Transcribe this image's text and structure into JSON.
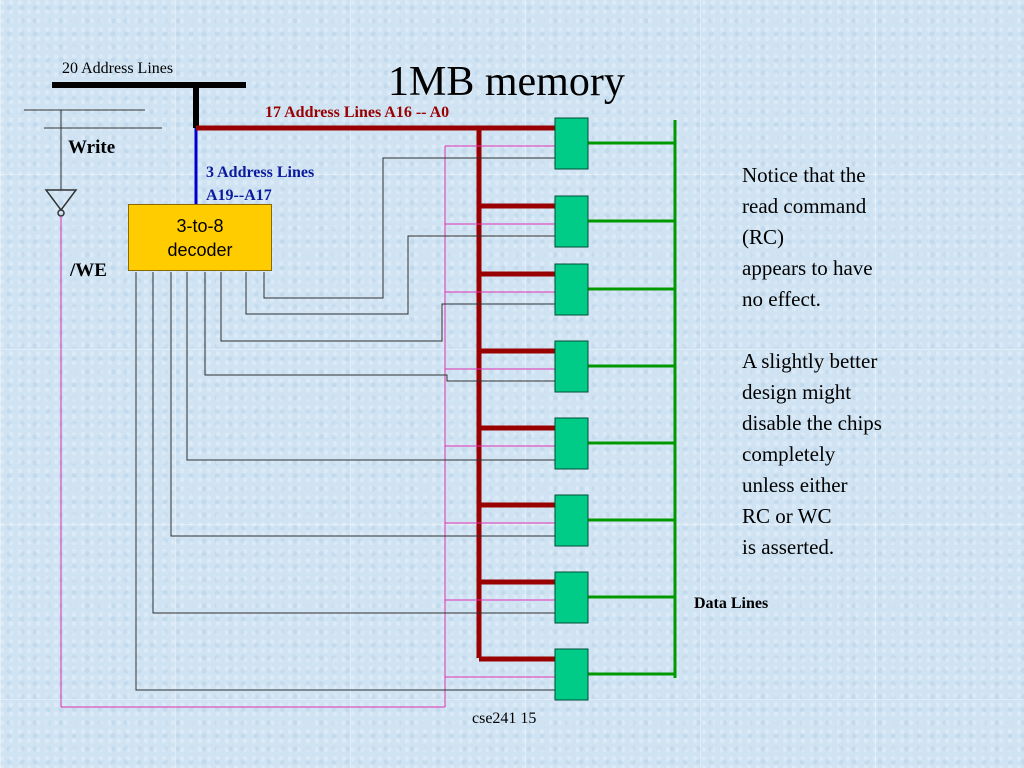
{
  "slide": {
    "title": "1MB memory",
    "footer": "cse241 15"
  },
  "diagram": {
    "labels": {
      "address_bus_20": "20 Address Lines",
      "address_bus_17": "17 Address Lines A16 -- A0",
      "address_bus_3_line1": "3 Address Lines",
      "address_bus_3_line2": "A19--A17",
      "write": "Write",
      "we": "/WE",
      "data_lines": "Data Lines"
    },
    "decoder": {
      "line1": "3-to-8",
      "line2": "decoder"
    },
    "chip_count": 8,
    "colors": {
      "address_bus_20": "#000000",
      "address_bus_17": "#990000",
      "address_bus_3": "#0000cc",
      "data_lines": "#009900",
      "write_enable": "#e030b0",
      "chip_select": "#303030",
      "chip_fill": "#00cc88",
      "decoder_fill": "#ffcc00"
    }
  },
  "notes": [
    "Notice that the",
    "read command",
    "(RC)",
    "appears to have",
    "no effect.",
    "",
    "A slightly better",
    "design might",
    "disable the chips",
    "completely",
    "unless either",
    "RC or WC",
    "is asserted."
  ]
}
